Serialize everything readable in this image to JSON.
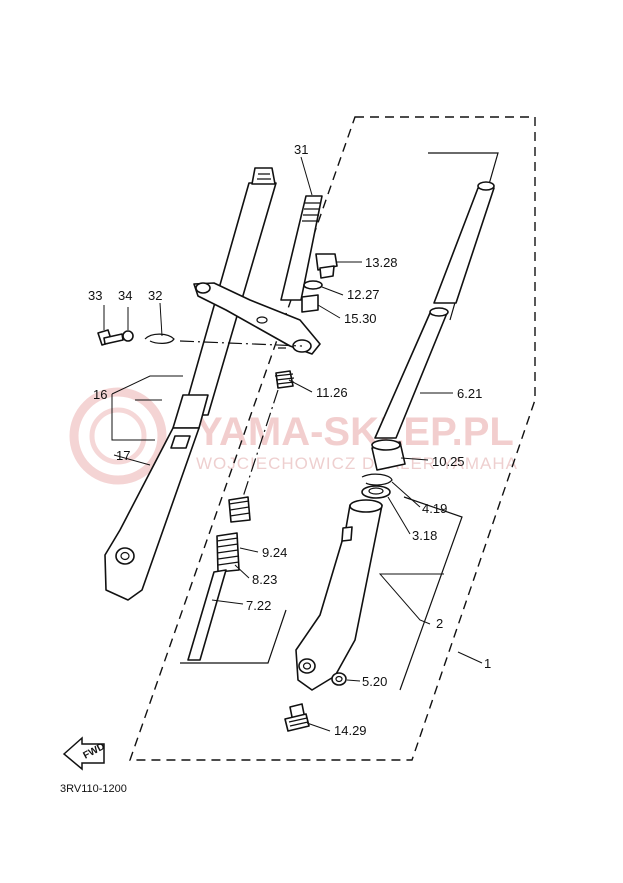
{
  "watermark": {
    "title": "YAMA-SKLEP.PL",
    "subtitle": "WOJCIECHOWICZ DEALER YAMAHA"
  },
  "fwd_label": "FWD",
  "diagram_code": "3RV110-1200",
  "callouts": [
    {
      "id": "c31",
      "text": "31"
    },
    {
      "id": "c13",
      "text": "13.28"
    },
    {
      "id": "c12",
      "text": "12.27"
    },
    {
      "id": "c15",
      "text": "15.30"
    },
    {
      "id": "c33",
      "text": "33"
    },
    {
      "id": "c34",
      "text": "34"
    },
    {
      "id": "c32",
      "text": "32"
    },
    {
      "id": "c11",
      "text": "11.26"
    },
    {
      "id": "c16",
      "text": "16"
    },
    {
      "id": "c17",
      "text": "17"
    },
    {
      "id": "c6",
      "text": "6.21"
    },
    {
      "id": "c10",
      "text": "10.25"
    },
    {
      "id": "c4",
      "text": "4.19"
    },
    {
      "id": "c3",
      "text": "3.18"
    },
    {
      "id": "c9",
      "text": "9.24"
    },
    {
      "id": "c8",
      "text": "8.23"
    },
    {
      "id": "c7",
      "text": "7.22"
    },
    {
      "id": "c2",
      "text": "2"
    },
    {
      "id": "c1",
      "text": "1"
    },
    {
      "id": "c5",
      "text": "5.20"
    },
    {
      "id": "c14",
      "text": "14.29"
    }
  ]
}
